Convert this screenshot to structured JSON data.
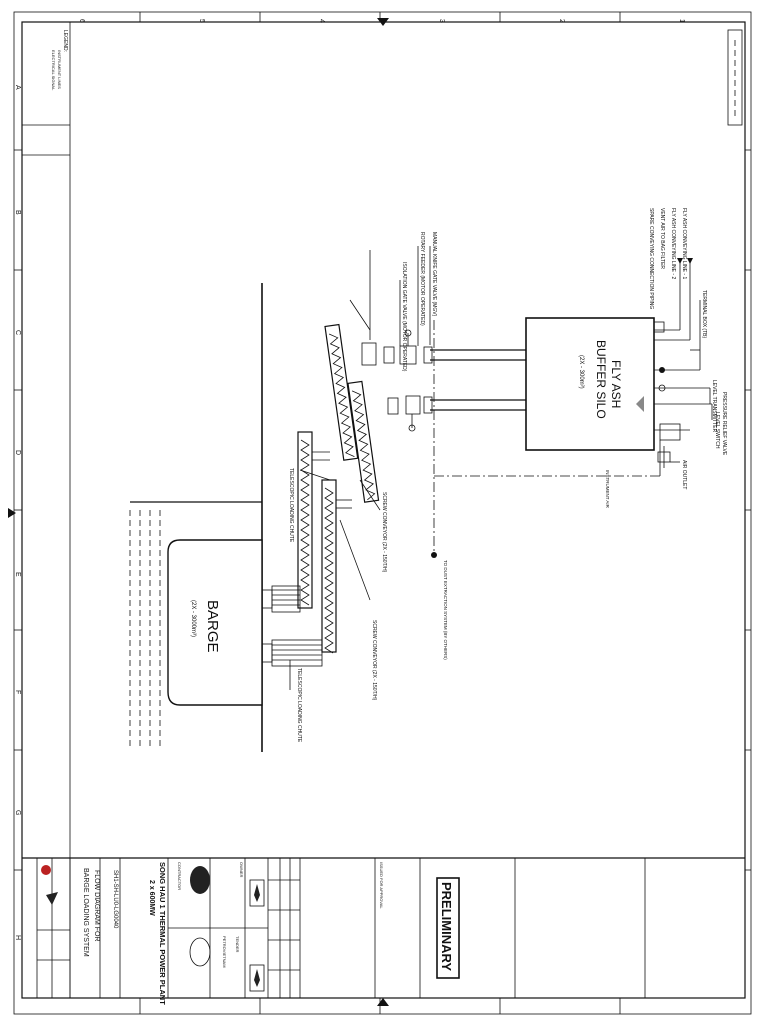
{
  "drawing": {
    "watermark": "PRELIMINARY",
    "project_title": "SONG HAU 1 THERMAL POWER PLANT",
    "project_capacity": "2 x 600MW",
    "drawing_title_1": "FLOW DIAGRAM FOR",
    "drawing_title_2": "BARGE LOADING SYSTEM",
    "drawing_number": "SH1-SH-LU0-LG0040",
    "owner_label": "OWNER",
    "owner_name": "PETROVIETNAM",
    "contractor_label": "CONTRACTOR",
    "tender_label": "TENDER",
    "tender_name": "TENDER",
    "stamp_text": "ISSUED FOR APPROVAL"
  },
  "equipment": {
    "silo_title": "FLY ASH",
    "silo_subtitle": "BUFFER SILO",
    "silo_capacity": "(2X - 300m³)",
    "barge_title": "BARGE",
    "barge_capacity": "(2X - 3000m³)"
  },
  "callouts": {
    "right_group": [
      "FLY ASH CONVEYING LINE - 1",
      "FLY ASH CONVEYING LINE - 2",
      "VENT AIR TO BAG FILTER",
      "SPARE CONVEYING CONNECTION PIPING"
    ],
    "upper_group": [
      "MANUAL KNIFE GATE VALVE (MGV)",
      "ROTARY FEEDER (MOTOR OPERATED)",
      "ISOLATION GATE VALVE (MOTOR OPERATED)"
    ],
    "level_transmitter": "LEVEL TRANSMITTER",
    "pressure_relief": "PRESSURE RELIEF VALVE",
    "level_switch": "LEVEL SWITCH",
    "air_outlet": "AIR OUTLET",
    "instrument_air": "INSTRUMENT AIR",
    "screw_conveyor_1": "SCREW CONVEYOR (2X - 150T/H)",
    "screw_conveyor_2": "SCREW CONVEYOR (2X - 150T/H)",
    "telescopic_chute_1": "TELESCOPIC LOADING CHUTE",
    "telescopic_chute_2": "TELESCOPIC LOADING CHUTE",
    "dust_collection": "TO DUST EXTRACTION SYSTEM (BY OTHERS)",
    "terminal_box": "TERMINAL BOX (TB)"
  },
  "border": {
    "columns": [
      "6",
      "5",
      "4",
      "3",
      "2",
      "1"
    ],
    "rows": [
      "A",
      "B",
      "C",
      "D",
      "E",
      "F",
      "G",
      "H"
    ]
  },
  "notes": {
    "legend_1": "LEGEND:",
    "legend_2": "INSTRUMENT LINES",
    "legend_3": "ELECTRICAL SIGNAL"
  }
}
